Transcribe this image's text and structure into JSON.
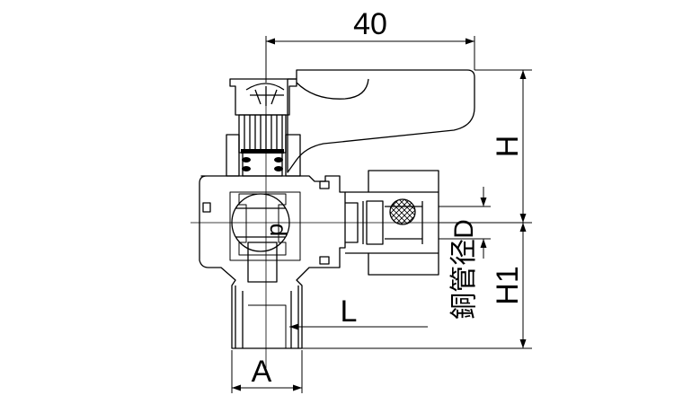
{
  "dimensions": {
    "width_value": "40",
    "height_label": "H",
    "height1_label": "H1",
    "pipe_diameter_label": "銅管径D",
    "thread_label": "A",
    "length_label": "L",
    "bore_label": "d"
  }
}
